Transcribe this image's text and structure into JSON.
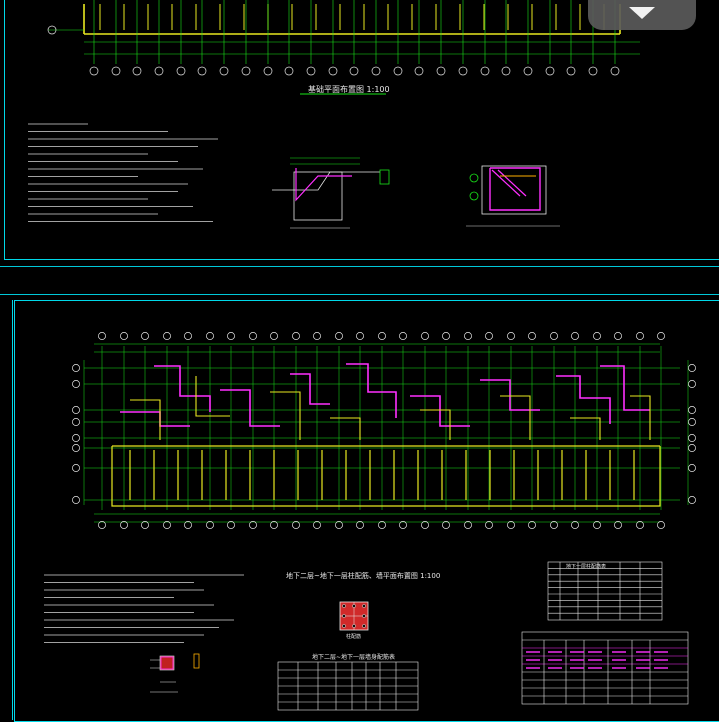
{
  "drawing": {
    "top_plan_title": "基础平面布置图",
    "top_plan_scale": "1:100",
    "bottom_plan_title": "地下二层~地下一层柱配筋、墙平面布置图",
    "bottom_plan_scale": "1:100",
    "bottom_table_title": "地下二层~地下一层墙身配筋表",
    "right_table_title": "地下一层柱配筋表",
    "column_detail_label": "柱配筋"
  },
  "colors": {
    "grid": "#19e619",
    "wall": "#e8e820",
    "rebar": "#ff30ff",
    "dim": "#28e028",
    "text": "#e8e8e8",
    "frame": "#00d8e8",
    "column_fill": "#e03030"
  },
  "icons": {
    "collapse": "chevron-down-icon"
  }
}
